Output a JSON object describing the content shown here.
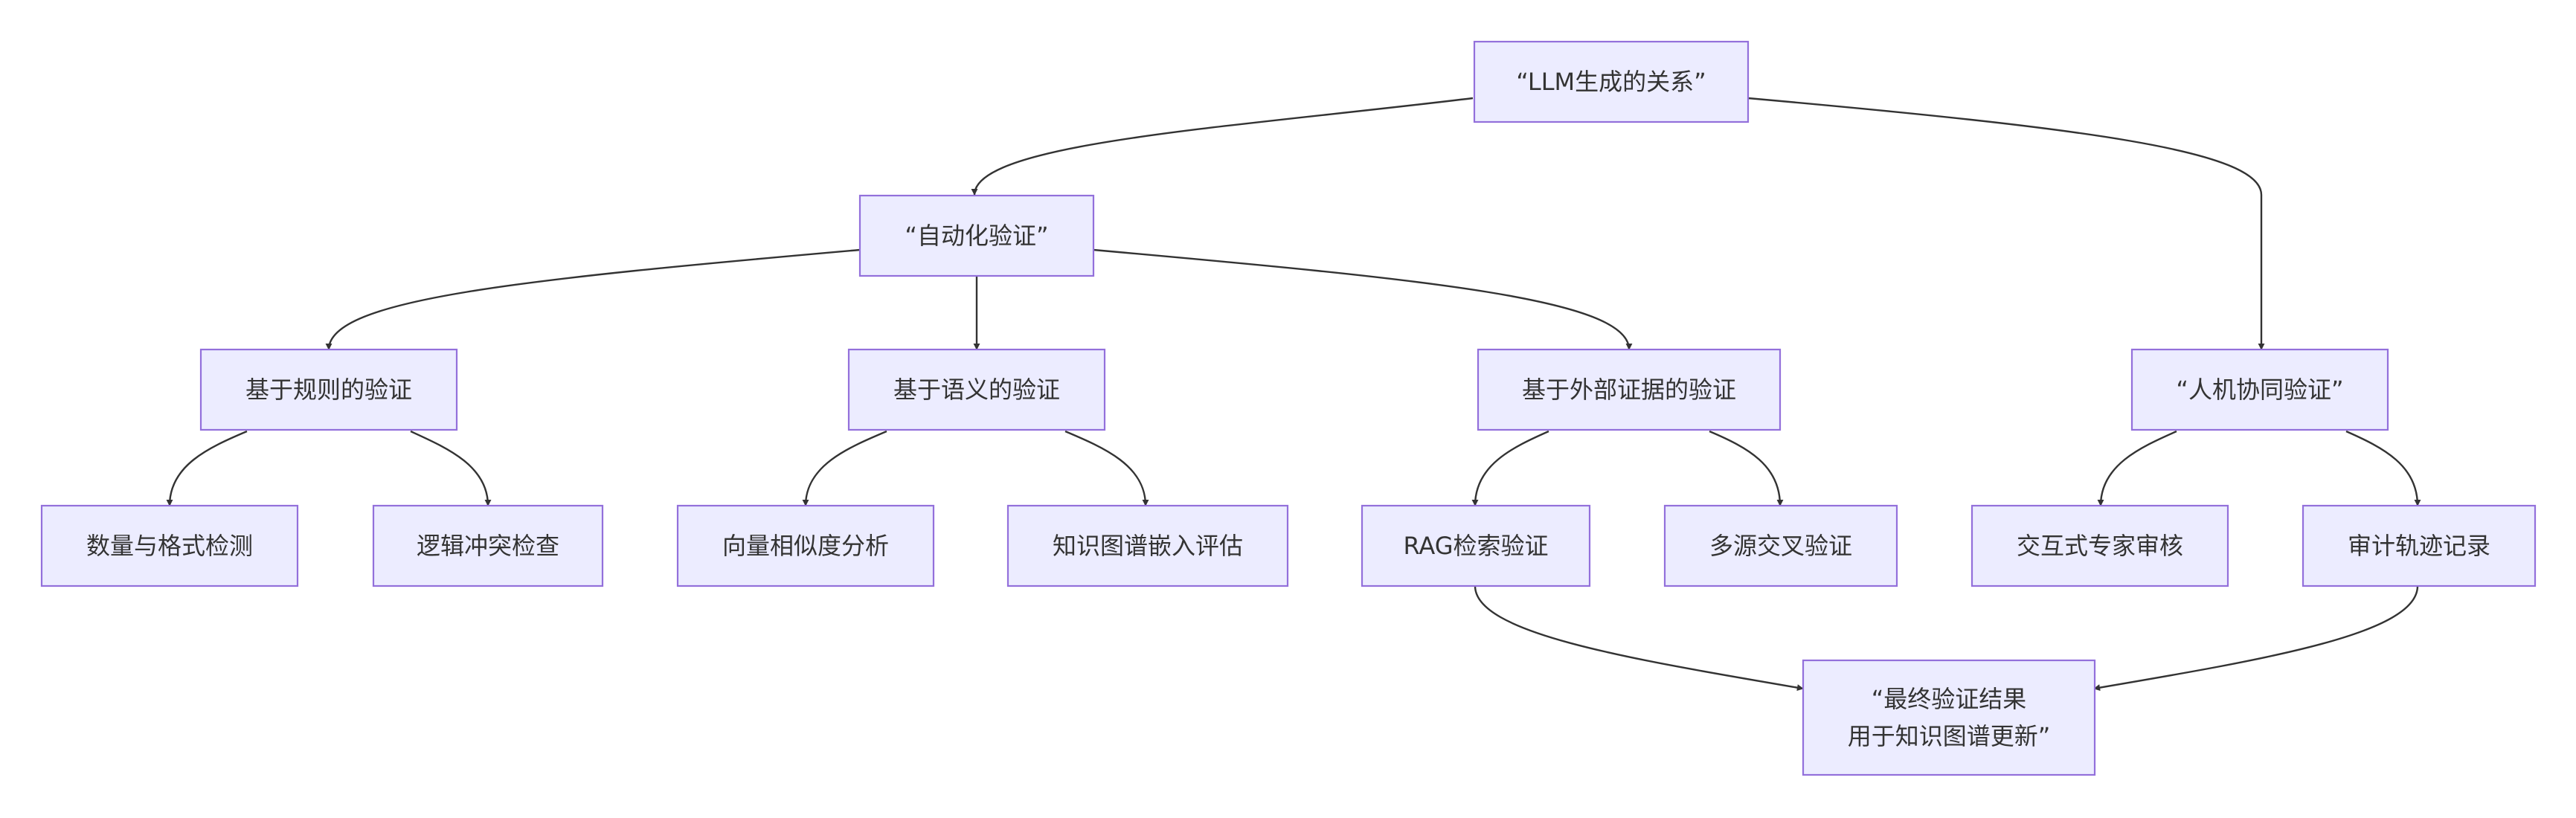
{
  "nodes": {
    "llm": "“LLM生成的关系”",
    "auto": "“自动化验证”",
    "rule": "基于规则的验证",
    "semantic": "基于语义的验证",
    "external": "基于外部证据的验证",
    "human": "“人机协同验证”",
    "count": "数量与格式检测",
    "logic": "逻辑冲突检查",
    "vector": "向量相似度分析",
    "kg": "知识图谱嵌入评估",
    "rag": "RAG检索验证",
    "multi": "多源交叉验证",
    "expert": "交互式专家审核",
    "audit": "审计轨迹记录",
    "final_line1": "“最终验证结果",
    "final_line2": "用于知识图谱更新”"
  },
  "edges": [
    [
      "llm",
      "auto"
    ],
    [
      "llm",
      "human"
    ],
    [
      "auto",
      "rule"
    ],
    [
      "auto",
      "semantic"
    ],
    [
      "auto",
      "external"
    ],
    [
      "rule",
      "count"
    ],
    [
      "rule",
      "logic"
    ],
    [
      "semantic",
      "vector"
    ],
    [
      "semantic",
      "kg"
    ],
    [
      "external",
      "rag"
    ],
    [
      "external",
      "multi"
    ],
    [
      "human",
      "expert"
    ],
    [
      "human",
      "audit"
    ],
    [
      "rag",
      "final"
    ],
    [
      "audit",
      "final"
    ]
  ],
  "colors": {
    "node_fill": "#ececff",
    "node_stroke": "#9370db",
    "edge": "#333333",
    "text": "#333333"
  }
}
